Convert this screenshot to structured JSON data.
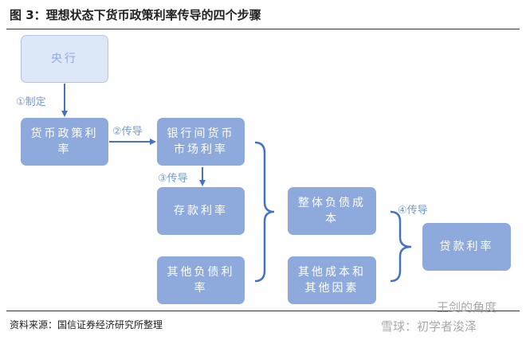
{
  "title": "图 3：理想状态下货币政策利率传导的四个步骤",
  "nodes": {
    "central_bank": "央行",
    "policy_rate": "货币政策利率",
    "interbank_rate": "银行间货币市场利率",
    "deposit_rate": "存款利率",
    "other_liability_rate": "其他负债利率",
    "overall_liability_cost": "整体负债成本",
    "other_costs_factors": "其他成本和其他因素",
    "loan_rate": "贷款利率"
  },
  "steps": {
    "step1": "①制定",
    "step2": "②传导",
    "step3": "③传导",
    "step4": "④传导"
  },
  "source": "资料来源：国信证券经济研究所整理",
  "watermarks": {
    "line1": "王剑的角度",
    "line2": "雪球：初学者浚泽"
  },
  "colors": {
    "box": "#8ea9db",
    "box_light": "#dce7f7",
    "arrow": "#4472c4",
    "step_text": "#6f9ad8"
  }
}
